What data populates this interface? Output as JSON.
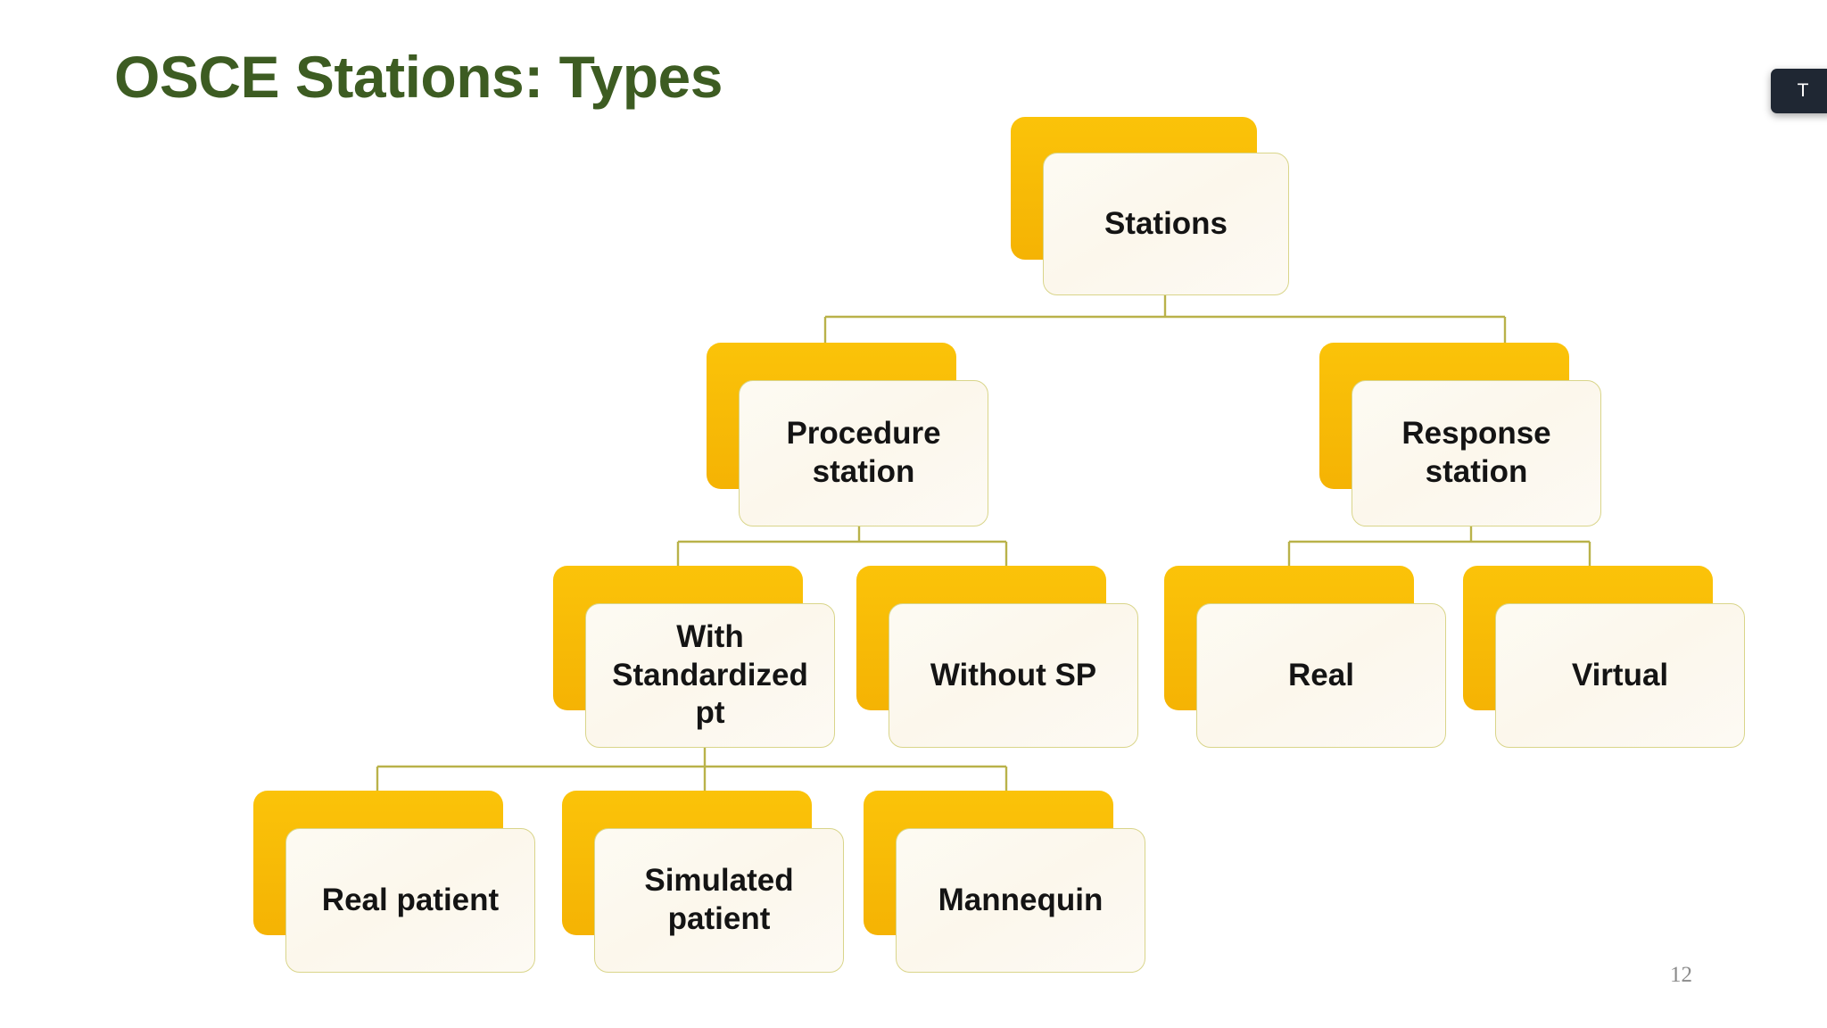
{
  "slide": {
    "title_main": "OSCE Stations",
    "title_sep": ": ",
    "title_accent": "Types",
    "page_number": "12",
    "background_color": "#ffffff",
    "title_color": "#3d5c22"
  },
  "tool_badge": {
    "label": "T",
    "background_color": "#1f2733",
    "text_color": "#ffffff"
  },
  "theme": {
    "node_shadow_color": "#f9bf08",
    "node_fill_color": "#fdfaf3",
    "node_border_color": "#d9d58a",
    "connector_color": "#b9b24a",
    "node_text_color": "#141414",
    "page_number_color": "#8b8b8b"
  },
  "chart_data": {
    "type": "diagram",
    "title": "OSCE Stations: Types",
    "orientation": "top-down-tree",
    "nodes": [
      {
        "id": "stations",
        "label": "Stations",
        "level": 0,
        "parent": null
      },
      {
        "id": "procedure",
        "label": "Procedure\nstation",
        "level": 1,
        "parent": "stations"
      },
      {
        "id": "response",
        "label": "Response\nstation",
        "level": 1,
        "parent": "stations"
      },
      {
        "id": "with_sp",
        "label": "With\nStandardized\npt",
        "level": 2,
        "parent": "procedure"
      },
      {
        "id": "without_sp",
        "label": "Without SP",
        "level": 2,
        "parent": "procedure"
      },
      {
        "id": "real",
        "label": "Real",
        "level": 2,
        "parent": "response"
      },
      {
        "id": "virtual",
        "label": "Virtual",
        "level": 2,
        "parent": "response"
      },
      {
        "id": "real_patient",
        "label": "Real patient",
        "level": 3,
        "parent": "with_sp"
      },
      {
        "id": "sim_patient",
        "label": "Simulated\npatient",
        "level": 3,
        "parent": "with_sp"
      },
      {
        "id": "mannequin",
        "label": "Mannequin",
        "level": 3,
        "parent": "with_sp"
      }
    ],
    "edges": [
      {
        "from": "stations",
        "to": "procedure"
      },
      {
        "from": "stations",
        "to": "response"
      },
      {
        "from": "procedure",
        "to": "with_sp"
      },
      {
        "from": "procedure",
        "to": "without_sp"
      },
      {
        "from": "response",
        "to": "real"
      },
      {
        "from": "response",
        "to": "virtual"
      },
      {
        "from": "with_sp",
        "to": "real_patient"
      },
      {
        "from": "with_sp",
        "to": "sim_patient"
      },
      {
        "from": "with_sp",
        "to": "mannequin"
      }
    ]
  }
}
